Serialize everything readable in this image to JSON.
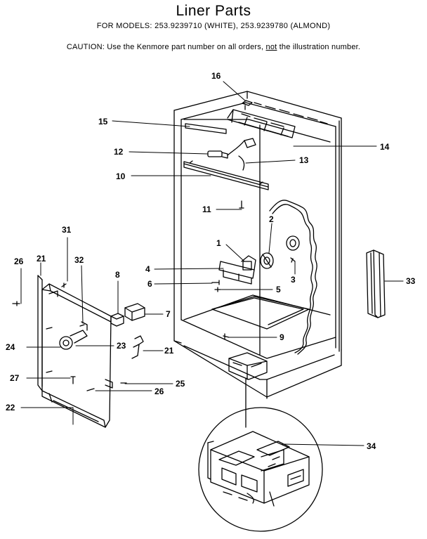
{
  "header": {
    "title": "Liner Parts",
    "models": "FOR MODELS:  253.9239710 (WHITE), 253.9239780 (ALMOND)",
    "caution_pre": "CAUTION:  Use the Kenmore part number on all orders, ",
    "caution_not": "not",
    "caution_post": " the illustration number."
  },
  "callouts": {
    "c1": "1",
    "c2": "2",
    "c3": "3",
    "c4": "4",
    "c5": "5",
    "c6": "6",
    "c7": "7",
    "c8": "8",
    "c9": "9",
    "c10": "10",
    "c11": "11",
    "c12": "12",
    "c13": "13",
    "c14": "14",
    "c15": "15",
    "c16": "16",
    "c21a": "21",
    "c21b": "21",
    "c22": "22",
    "c23": "23",
    "c24": "24",
    "c25": "25",
    "c26a": "26",
    "c26b": "26",
    "c27": "27",
    "c31": "31",
    "c32": "32",
    "c33": "33",
    "c34": "34"
  }
}
